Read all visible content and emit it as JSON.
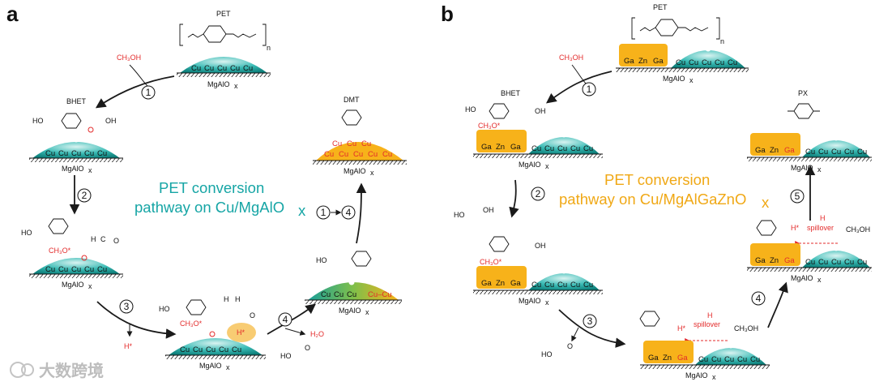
{
  "panels": {
    "a": {
      "letter": "a",
      "title_line1": "PET conversion",
      "title_line2": "pathway on Cu/MgAlO",
      "title_sub": "x"
    },
    "b": {
      "letter": "b",
      "title_line1": "PET conversion",
      "title_line2": "pathway on Cu/MgAlGaZnO",
      "title_sub": "x"
    }
  },
  "labels": {
    "pet": "PET",
    "n": "n",
    "mgalo": "MgAlO",
    "x": "x",
    "methanol": "CH₃OH",
    "bhet": "BHET",
    "dmt": "DMT",
    "px": "PX",
    "cu": "Cu",
    "cucu": "Cu–Cu",
    "ga": "Ga",
    "zn": "Zn",
    "hstar": "H*",
    "h2o": "H₂O",
    "spillover_h": "H",
    "spillover": "spillover",
    "ch3o": "CH₃O*",
    "h": "H",
    "ho": "HO",
    "oh": "OH",
    "o": "O",
    "c": "C",
    "step_1_4": "1→4"
  },
  "steps": {
    "s1": "1",
    "s2": "2",
    "s3": "3",
    "s4": "4",
    "s5": "5"
  },
  "colors": {
    "teal": "#18a7a4",
    "orange": "#f7b21a",
    "red": "#e32b2b"
  },
  "watermark": "大数跨境"
}
